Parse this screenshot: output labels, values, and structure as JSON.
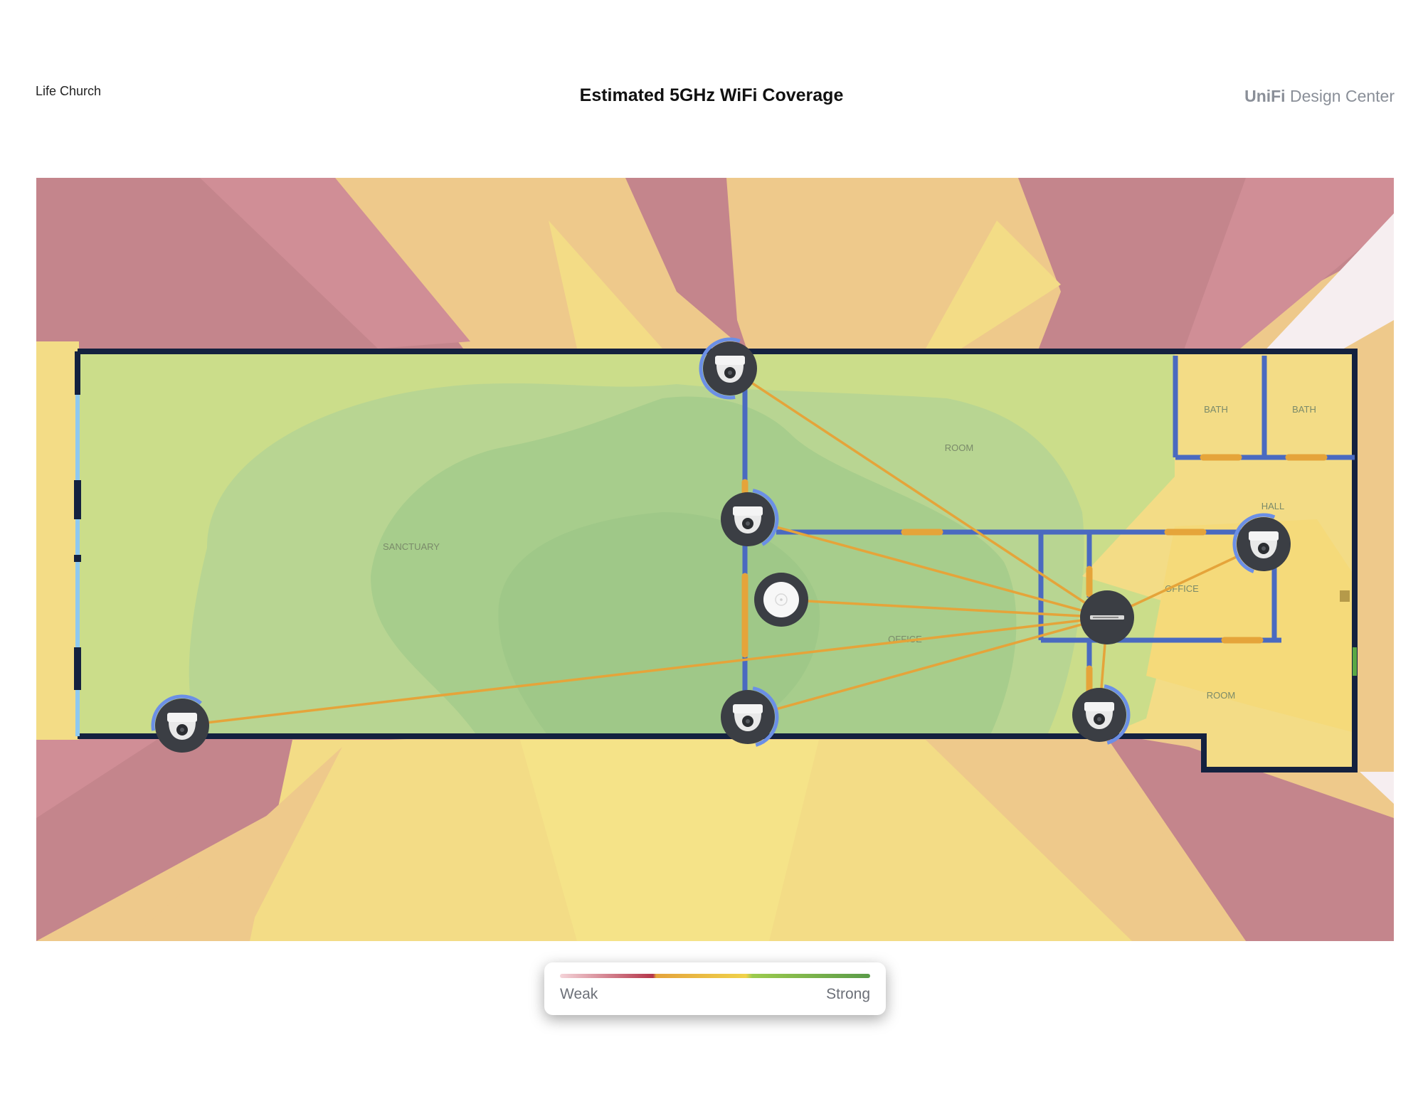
{
  "header": {
    "site_name": "Life Church",
    "title": "Estimated 5GHz WiFi Coverage",
    "brand_bold": "UniFi",
    "brand_rest": " Design Center"
  },
  "rooms": {
    "sanctuary": "SANCTUARY",
    "room_top": "ROOM",
    "bath_1": "BATH",
    "bath_2": "BATH",
    "hall": "HALL",
    "office_right": "OFFICE",
    "office_center": "OFFICE",
    "room_bottom": "ROOM"
  },
  "legend": {
    "weak_label": "Weak",
    "strong_label": "Strong"
  },
  "colors": {
    "signal_weak": "#c4858c",
    "signal_fair": "#eec98b",
    "signal_good": "#f3dc86",
    "signal_strong": "#cbdd8a",
    "signal_best": "#a7cd8c",
    "walls_exterior": "#14213f",
    "walls_interior": "#4a6ac0",
    "cable": "#e5a43a",
    "door": "#e5a43a"
  },
  "devices": {
    "cameras": [
      "camera-top",
      "camera-mid",
      "camera-hall",
      "camera-bottom-left",
      "camera-bottom-center",
      "camera-bottom-right"
    ],
    "access_points": [
      "access-point"
    ],
    "switches": [
      "network-switch"
    ]
  }
}
